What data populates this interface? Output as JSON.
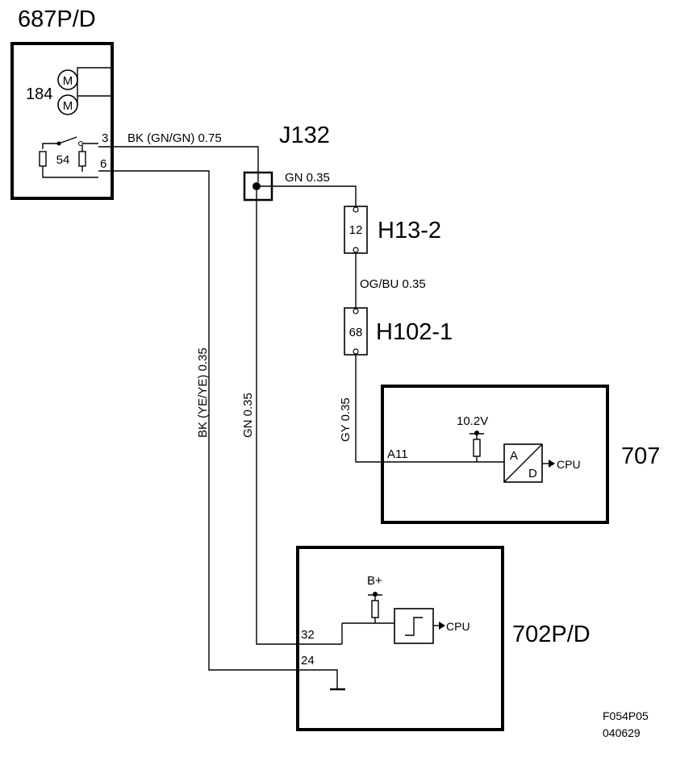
{
  "components": {
    "c687": {
      "name": "687P/D",
      "motor_ref": "184",
      "motor_symbol": "M",
      "switch_ref": "54",
      "pin_a": "3",
      "pin_b": "6"
    },
    "c707": {
      "name": "707",
      "pin": "A11",
      "supply": "10.2V",
      "ad_a": "A",
      "ad_d": "D",
      "out": "CPU"
    },
    "c702": {
      "name": "702P/D",
      "pin_a": "32",
      "pin_b": "24",
      "supply": "B+",
      "out": "CPU"
    },
    "j132": {
      "name": "J132"
    },
    "h13": {
      "name": "H13-2",
      "pin": "12"
    },
    "h102": {
      "name": "H102-1",
      "pin": "68"
    }
  },
  "wires": {
    "w1": "BK (GN/GN)  0.75",
    "w2": "GN  0.35",
    "w3": "OG/BU  0.35",
    "w4": "GY  0.35",
    "w5": "GN  0.35",
    "w6": "BK  (YE/YE)  0.35"
  },
  "footer": {
    "line1": "F054P05",
    "line2": "040629"
  }
}
